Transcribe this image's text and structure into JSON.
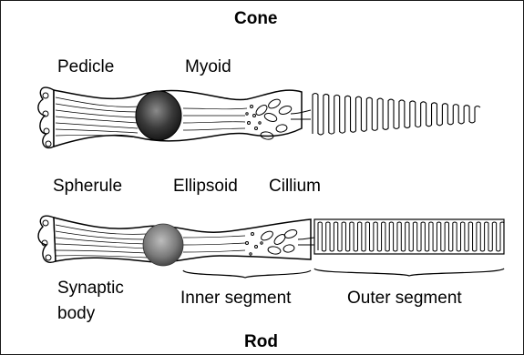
{
  "figure": {
    "cone": {
      "title": "Cone",
      "labels": {
        "pedicle": "Pedicle",
        "myoid": "Myoid"
      }
    },
    "rod": {
      "title": "Rod",
      "labels": {
        "spherule": "Spherule",
        "ellipsoid": "Ellipsoid",
        "cillium": "Cillium",
        "synaptic_line1": "Synaptic",
        "synaptic_line2": "body",
        "inner_segment": "Inner segment",
        "outer_segment": "Outer segment"
      }
    }
  }
}
